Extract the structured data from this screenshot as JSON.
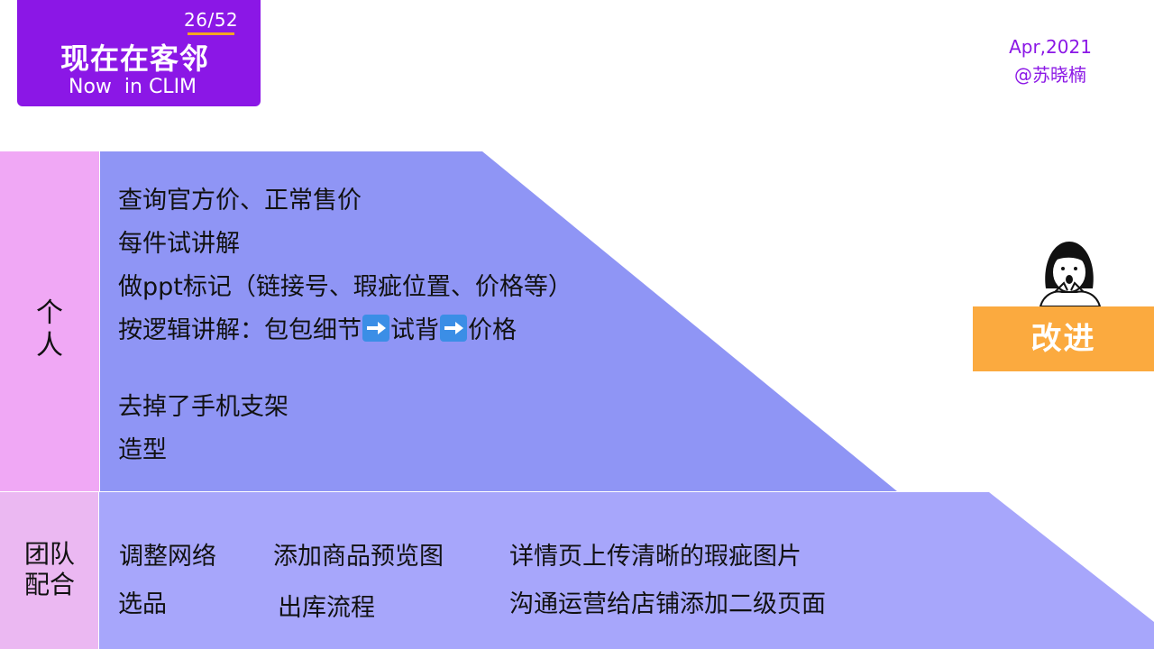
{
  "header": {
    "page_indicator": "26/52",
    "title_cn": "现在在客邻",
    "title_en": "Now  in CLIM",
    "date": "Apr,2021",
    "author": "@苏晓楠"
  },
  "colors": {
    "title_bg": "#8b17e6",
    "accent_orange": "#fbaa3f",
    "personal_label_bg": "#f0a8f5",
    "personal_area_bg": "#8f95f5",
    "team_label_bg": "#ebb8f2",
    "team_area_bg": "#a7a6fb"
  },
  "personal": {
    "label": "个\n人",
    "items": [
      "查询官方价、正常售价",
      "每件试讲解",
      "做ppt标记（链接号、瑕疵位置、价格等）",
      "去掉了手机支架",
      "造型"
    ],
    "line4": {
      "part1": "按逻辑讲解：包包细节",
      "part2": "试背",
      "part3": "价格",
      "arrow_icon": "right-arrow-emoji-icon"
    }
  },
  "team": {
    "label": "团队\n配合",
    "items": [
      "调整网络",
      "选品",
      "添加商品预览图",
      "出库流程",
      "详情页上传清晰的瑕疵图片",
      "沟通运营给店铺添加二级页面"
    ]
  },
  "improve": {
    "label": "改进",
    "avatar_icon": "cartoon-girl-avatar-icon"
  }
}
